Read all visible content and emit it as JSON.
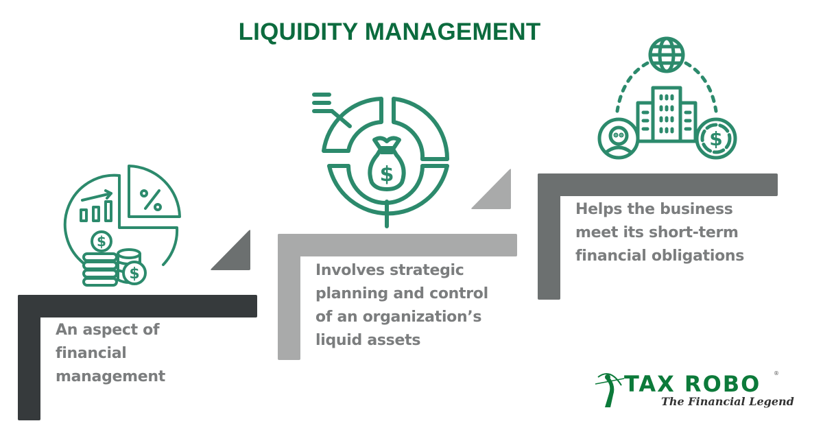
{
  "title": "LIQUIDITY MANAGEMENT",
  "colors": {
    "title_green": "#0c6b3e",
    "icon_teal": "#2c8a6c",
    "step1_bar": "#363a3c",
    "step2_bar": "#a9aaaa",
    "step3_bar": "#6c7070",
    "text_gray": "#7b7d7e",
    "logo_green": "#0c7a3a"
  },
  "steps": [
    {
      "icon": "pie-chart-growth-coins-icon",
      "text": "An aspect of\nfinancial\nmanagement"
    },
    {
      "icon": "money-bag-donut-chart-icon",
      "text": "Involves strategic\nplanning and control\nof an organization’s\nliquid assets"
    },
    {
      "icon": "global-business-network-icon",
      "text": "Helps the business\nmeet its short-term\nfinancial obligations"
    }
  ],
  "logo": {
    "name": "TAX ROBO",
    "registered": "®",
    "tagline": "The Financial Legend"
  }
}
